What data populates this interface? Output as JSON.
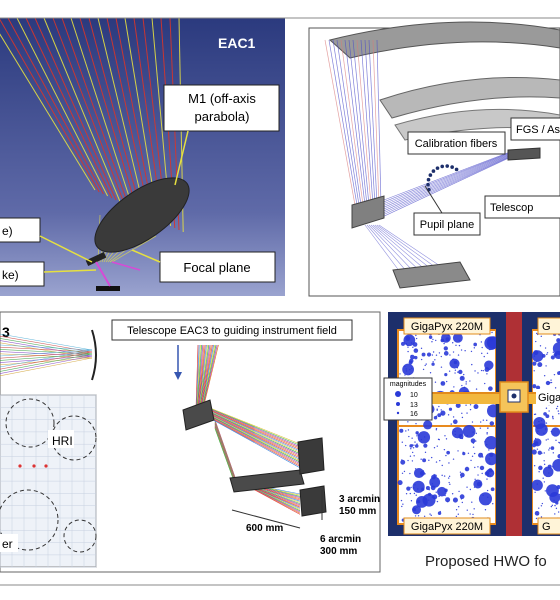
{
  "top_left": {
    "title": "EAC1",
    "callout_m1_line1": "M1 (off-axis",
    "callout_m1_line2": "parabola)",
    "callout_focal": "Focal plane",
    "callout_cut1": "e)",
    "callout_cut2": "ke)"
  },
  "top_right": {
    "callout_calibration": "Calibration fibers",
    "callout_fgs": "FGS / As",
    "callout_telescope": "Telescop",
    "callout_pupil": "Pupil plane"
  },
  "bottom_left": {
    "panel_tag": "3",
    "telescope_label": "Telescope EAC3 to guiding instrument field",
    "hri_label": "HRI",
    "cut_label": "er",
    "dim_3arcmin": "3 arcmin",
    "dim_150mm": "150 mm",
    "dim_600mm": "600 mm",
    "dim_6arcmin": "6 arcmin",
    "dim_300mm": "300 mm"
  },
  "bottom_right": {
    "detector_top_left": "GigaPyx 220M",
    "detector_top_right": "G",
    "detector_bottom_left": "GigaPyx 220M",
    "detector_bottom_right": "G",
    "center_label": "Giga",
    "legend_title": "magnitudes",
    "legend_items": [
      "10",
      "13",
      "16"
    ],
    "caption": "Proposed HWO fo"
  },
  "colors": {
    "navy_bg": "#2a3a78",
    "ray_red": "#d9352a",
    "ray_yellow": "#e6e040",
    "ray_blue": "#4a4ac8",
    "detector_orange": "#f2a02e",
    "detector_blue_dark": "#1d2f6b",
    "star_blue": "#2a3ad8"
  }
}
